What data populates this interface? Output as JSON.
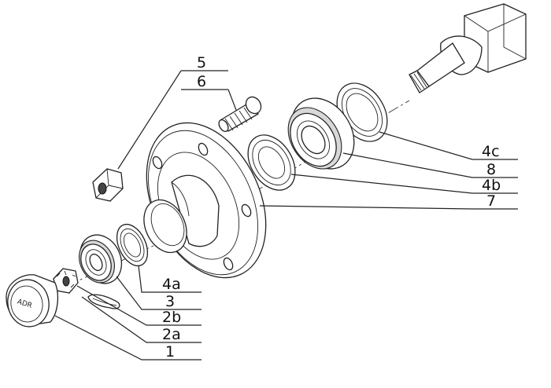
{
  "callouts": [
    {
      "id": "5"
    },
    {
      "id": "6"
    },
    {
      "id": "4c"
    },
    {
      "id": "8"
    },
    {
      "id": "4b"
    },
    {
      "id": "7"
    },
    {
      "id": "4a"
    },
    {
      "id": "3"
    },
    {
      "id": "2b"
    },
    {
      "id": "2a"
    },
    {
      "id": "1"
    }
  ],
  "cap_marking": "ADR"
}
